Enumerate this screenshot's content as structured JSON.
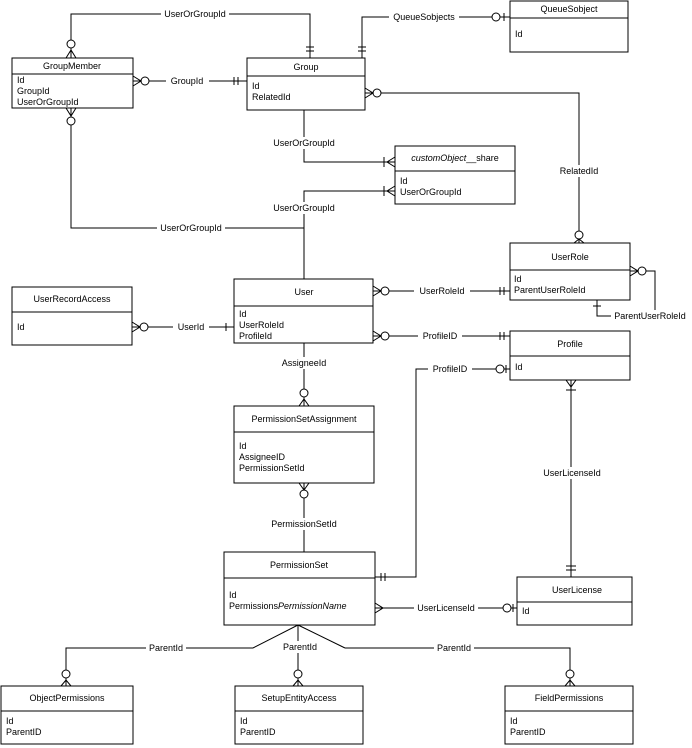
{
  "entities": {
    "queue_sobject": {
      "name": "QueueSobject",
      "fields": [
        "Id"
      ]
    },
    "group_member": {
      "name": "GroupMember",
      "fields": [
        "Id",
        "GroupId",
        "UserOrGroupId"
      ]
    },
    "group": {
      "name": "Group",
      "fields": [
        "Id",
        "RelatedId"
      ]
    },
    "custom_share": {
      "name_italic": "customObject",
      "name_suffix": "__share",
      "fields": [
        "Id",
        "UserOrGroupId"
      ]
    },
    "user_role": {
      "name": "UserRole",
      "fields": [
        "Id",
        "ParentUserRoleId"
      ]
    },
    "user_record_access": {
      "name": "UserRecordAccess",
      "fields": [
        "Id"
      ]
    },
    "user": {
      "name": "User",
      "fields": [
        "Id",
        "UserRoleId",
        "ProfileId"
      ]
    },
    "profile": {
      "name": "Profile",
      "fields": [
        "Id"
      ]
    },
    "permission_set_assignment": {
      "name": "PermissionSetAssignment",
      "fields": [
        "Id",
        "AssigneeID",
        "PermissionSetId"
      ]
    },
    "permission_set": {
      "name": "PermissionSet",
      "field_id": "Id",
      "field_perm_prefix": "Permissions",
      "field_perm_italic": "PermissionName"
    },
    "user_license": {
      "name": "UserLicense",
      "fields": [
        "Id"
      ]
    },
    "object_permissions": {
      "name": "ObjectPermissions",
      "fields": [
        "Id",
        "ParentID"
      ]
    },
    "setup_entity_access": {
      "name": "SetupEntityAccess",
      "fields": [
        "Id",
        "ParentID"
      ]
    },
    "field_permissions": {
      "name": "FieldPermissions",
      "fields": [
        "Id",
        "ParentID"
      ]
    }
  },
  "relationships": {
    "gm_top_user_or_group": "UserOrGroupId",
    "queue_sobjects": "QueueSobjects",
    "gm_group": "GroupId",
    "group_share": "UserOrGroupId",
    "user_share": "UserOrGroupId",
    "gm_user": "UserOrGroupId",
    "group_role_related": "RelatedId",
    "user_role": "UserRoleId",
    "role_parent": "ParentUserRoleId",
    "access_user": "UserId",
    "user_profile": "ProfileID",
    "ps_profile": "ProfileID",
    "user_assignee": "AssigneeId",
    "profile_license": "UserLicenseId",
    "psa_ps": "PermissionSetId",
    "ps_license": "UserLicenseId",
    "ps_objperm": "ParentId",
    "ps_setup": "ParentId",
    "ps_fieldperm": "ParentId"
  }
}
